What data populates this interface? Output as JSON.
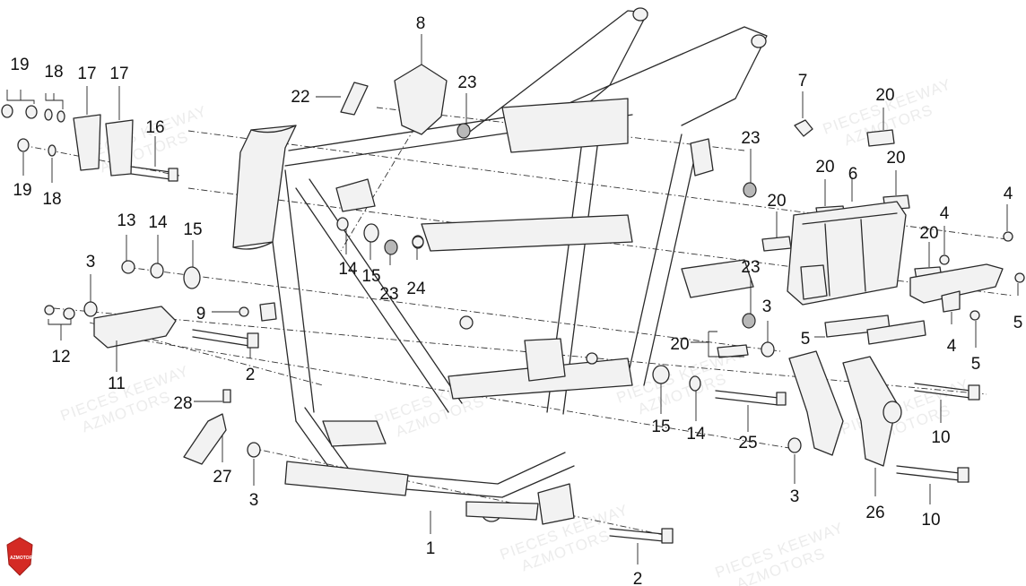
{
  "diagram": {
    "callouts": [
      {
        "text": "19"
      },
      {
        "text": "18"
      },
      {
        "text": "17"
      },
      {
        "text": "17"
      },
      {
        "text": "16"
      },
      {
        "text": "19"
      },
      {
        "text": "18"
      },
      {
        "text": "8"
      },
      {
        "text": "22"
      },
      {
        "text": "23"
      },
      {
        "text": "7"
      },
      {
        "text": "20"
      },
      {
        "text": "23"
      },
      {
        "text": "20"
      },
      {
        "text": "6"
      },
      {
        "text": "20"
      },
      {
        "text": "20"
      },
      {
        "text": "4"
      },
      {
        "text": "4"
      },
      {
        "text": "20"
      },
      {
        "text": "13"
      },
      {
        "text": "14"
      },
      {
        "text": "15"
      },
      {
        "text": "3"
      },
      {
        "text": "14"
      },
      {
        "text": "15"
      },
      {
        "text": "23"
      },
      {
        "text": "24"
      },
      {
        "text": "23"
      },
      {
        "text": "5"
      },
      {
        "text": "9"
      },
      {
        "text": "12"
      },
      {
        "text": "11"
      },
      {
        "text": "2"
      },
      {
        "text": "3"
      },
      {
        "text": "20"
      },
      {
        "text": "5"
      },
      {
        "text": "4"
      },
      {
        "text": "5"
      },
      {
        "text": "28"
      },
      {
        "text": "15"
      },
      {
        "text": "14"
      },
      {
        "text": "25"
      },
      {
        "text": "10"
      },
      {
        "text": "27"
      },
      {
        "text": "3"
      },
      {
        "text": "3"
      },
      {
        "text": "26"
      },
      {
        "text": "10"
      },
      {
        "text": "1"
      },
      {
        "text": "2"
      }
    ],
    "watermark": {
      "line1": "PIECES KEEWAY",
      "line2": "AZMOTORS"
    },
    "logo": {
      "text": "AZMOTORS",
      "color": "#d42a24"
    }
  }
}
